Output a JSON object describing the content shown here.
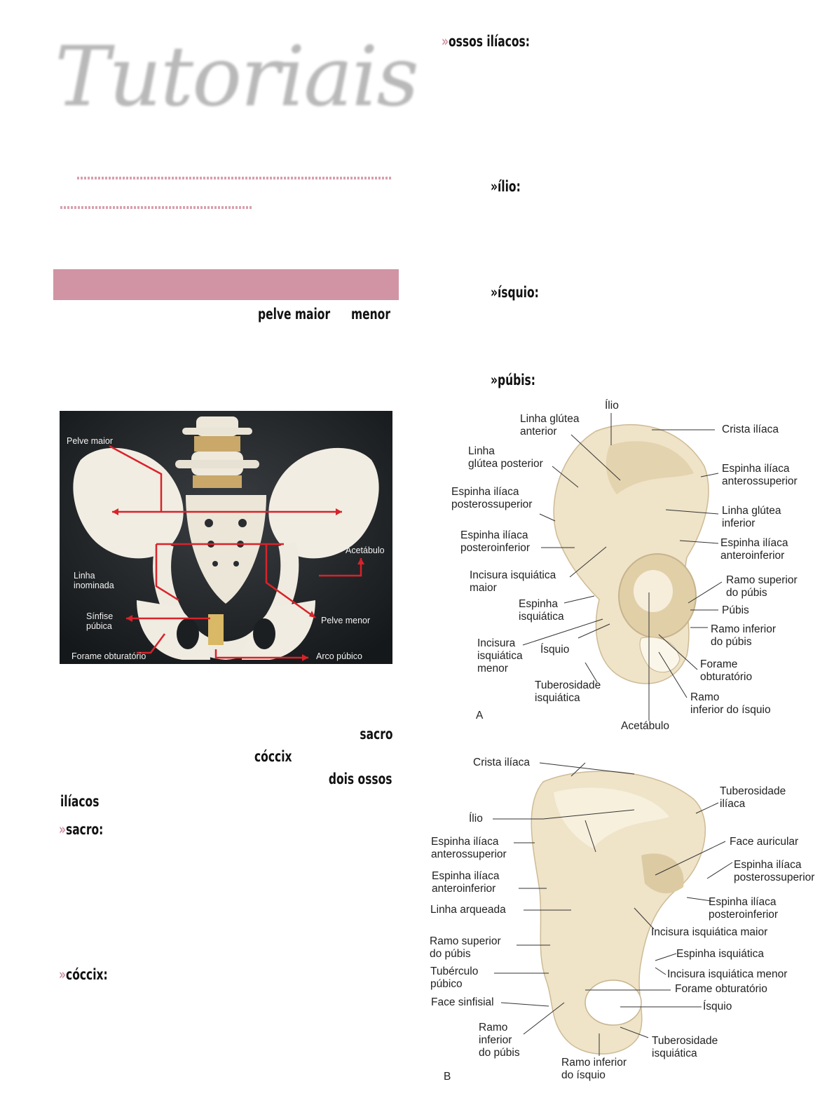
{
  "header": {
    "logo_text": "Tutoriais"
  },
  "left": {
    "pelve_line": {
      "a": "pelve maior",
      "b": "menor"
    },
    "bones_line1": "sacro",
    "bones_line2": "cóccix",
    "bones_line3": "dois ossos",
    "bones_line4": "ilíacos",
    "sacro": {
      "arrow": "»",
      "label": "sacro:"
    },
    "coccix": {
      "arrow": "»",
      "label": "cóccix:"
    }
  },
  "photo": {
    "labels": {
      "pelve_maior": "Pelve maior",
      "acetabulo": "Acetábulo",
      "linha_inominada": "Linha\ninominada",
      "sinfise_pubica": "Sínfise\npúbica",
      "pelve_menor": "Pelve menor",
      "forame_obturatorio": "Forame obturatório",
      "arco_pubico": "Arco púbico"
    }
  },
  "right": {
    "ossos_iliacos": {
      "arrow": "»",
      "label": "ossos ilíacos:"
    },
    "ilio": "»ílio:",
    "isquio": "»ísquio:",
    "pubis": "»púbis:"
  },
  "diagram_a": {
    "letter": "A",
    "labels": {
      "ilio": "Ílio",
      "linha_glutea_anterior": "Linha glútea\nanterior",
      "crista_iliaca": "Crista ilíaca",
      "linha_glutea_posterior": "Linha\nglútea posterior",
      "espinha_antsup": "Espinha ilíaca\nanterossuperior",
      "espinha_postsup": "Espinha ilíaca\nposterossuperior",
      "linha_glutea_inferior": "Linha glútea\ninferior",
      "espinha_postinf": "Espinha ilíaca\nposteroinferior",
      "espinha_antinf": "Espinha ilíaca\nanteroinferior",
      "incisura_maior": "Incisura isquiática\nmaior",
      "ramo_sup_pubis": "Ramo superior\ndo púbis",
      "espinha_isquiatica": "Espinha\nisquiática",
      "pubis": "Púbis",
      "ramo_inf_pubis": "Ramo inferior\ndo púbis",
      "incisura_menor": "Incisura\nisquiática\nmenor",
      "isquio": "Ísquio",
      "forame_obturatorio": "Forame\nobturatório",
      "tuberosidade": "Tuberosidade\nisquiática",
      "ramo_inf_isquio": "Ramo\ninferior do ísquio",
      "acetabulo": "Acetábulo"
    }
  },
  "diagram_b": {
    "letter": "B",
    "labels": {
      "crista_iliaca": "Crista ilíaca",
      "tuberosidade_iliaca": "Tuberosidade\nilíaca",
      "ilio": "Ílio",
      "face_auricular": "Face auricular",
      "espinha_antsup": "Espinha ilíaca\nanterossuperior",
      "espinha_postsup": "Espinha ilíaca\nposterossuperior",
      "espinha_antinf": "Espinha ilíaca\nanteroinferior",
      "linha_arqueada": "Linha arqueada",
      "espinha_postinf": "Espinha ilíaca\nposteroinferior",
      "incisura_maior": "Incisura isquiática maior",
      "ramo_sup_pubis": "Ramo superior\ndo púbis",
      "espinha_isquiatica": "Espinha isquiática",
      "tuberculo_pubico": "Tubérculo\npúbico",
      "incisura_menor": "Incisura isquiática menor",
      "forame_obturatorio": "Forame obturatório",
      "face_sinfisial": "Face sinfisial",
      "isquio": "Ísquio",
      "ramo_inf_pubis": "Ramo\ninferior\ndo púbis",
      "tuberosidade_isquiatica": "Tuberosidade\nisquiática",
      "ramo_inf_isquio": "Ramo inferior\ndo ísquio"
    }
  }
}
